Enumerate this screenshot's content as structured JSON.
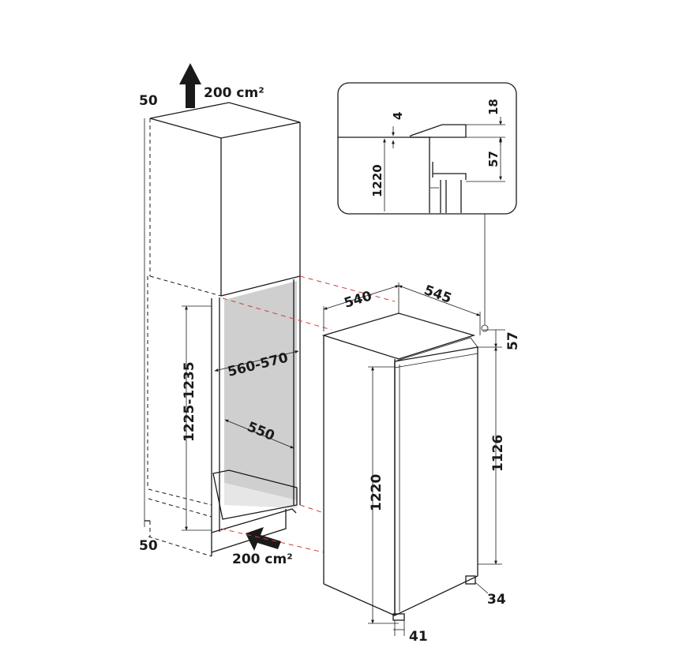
{
  "labels": {
    "vent_top": "200 cm²",
    "vent_bottom": "200 cm²",
    "gap_top": "50",
    "gap_bottom": "50",
    "niche_height": "1225-1235",
    "niche_width": "560-570",
    "niche_depth": "550",
    "appliance_width": "540",
    "appliance_depth": "545",
    "appliance_height": "1220",
    "hinge_height": "57",
    "door_height": "1126",
    "door_bottom": "34",
    "door_offset": "41",
    "detail_height": "1220",
    "detail_gap": "4",
    "detail_top": "18",
    "detail_hinge": "57"
  }
}
